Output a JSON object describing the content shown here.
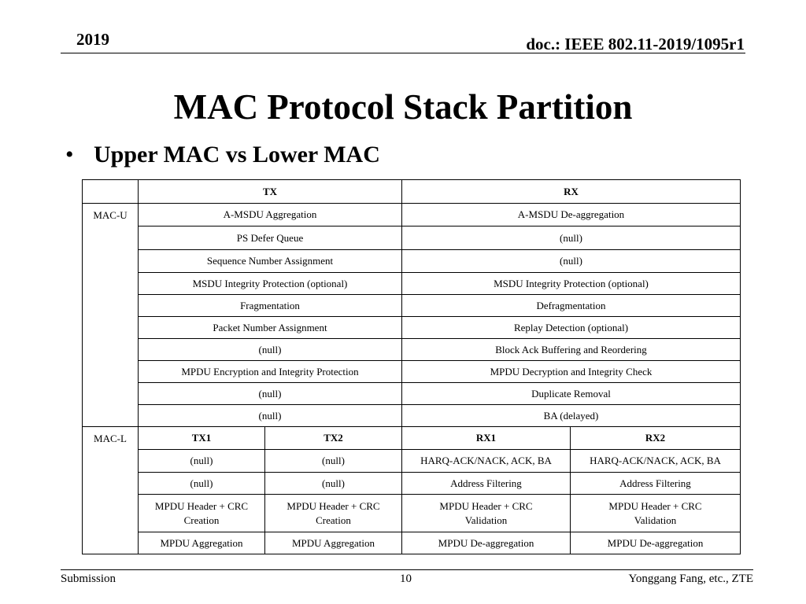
{
  "header": {
    "year": "2019",
    "doc_id": "doc.: IEEE 802.11-2019/1095r1"
  },
  "slide": {
    "title": "MAC Protocol Stack Partition",
    "bullet_symbol": "•",
    "bullet": "Upper MAC vs Lower MAC"
  },
  "table": {
    "mac_u": {
      "label": "MAC-U",
      "header": {
        "tx": "TX",
        "rx": "RX"
      },
      "rows": [
        {
          "tx": "A-MSDU Aggregation",
          "rx": "A-MSDU De-aggregation"
        },
        {
          "tx": "PS Defer Queue",
          "rx": "(null)"
        },
        {
          "tx": "Sequence Number Assignment",
          "rx": "(null)"
        },
        {
          "tx": "MSDU Integrity Protection (optional)",
          "rx": "MSDU Integrity Protection (optional)"
        },
        {
          "tx": "Fragmentation",
          "rx": "Defragmentation"
        },
        {
          "tx": "Packet Number Assignment",
          "rx": "Replay Detection (optional)"
        },
        {
          "tx": "(null)",
          "rx": "Block Ack Buffering and Reordering"
        },
        {
          "tx": "MPDU Encryption and Integrity Protection",
          "rx": "MPDU Decryption and Integrity Check"
        },
        {
          "tx": "(null)",
          "rx": "Duplicate Removal"
        },
        {
          "tx": "(null)",
          "rx": "BA (delayed)"
        }
      ]
    },
    "mac_l": {
      "label": "MAC-L",
      "header": {
        "tx1": "TX1",
        "tx2": "TX2",
        "rx1": "RX1",
        "rx2": "RX2"
      },
      "rows": [
        {
          "tx1": "(null)",
          "tx2": "(null)",
          "rx1": "HARQ-ACK/NACK, ACK, BA",
          "rx2": "HARQ-ACK/NACK, ACK, BA"
        },
        {
          "tx1": "(null)",
          "tx2": "(null)",
          "rx1": "Address Filtering",
          "rx2": "Address Filtering"
        },
        {
          "tx1": [
            "MPDU Header + CRC",
            "Creation"
          ],
          "tx2": [
            "MPDU Header + CRC",
            "Creation"
          ],
          "rx1": [
            "MPDU Header + CRC",
            "Validation"
          ],
          "rx2": [
            "MPDU Header + CRC",
            "Validation"
          ]
        },
        {
          "tx1": "MPDU Aggregation",
          "tx2": "MPDU Aggregation",
          "rx1": "MPDU De-aggregation",
          "rx2": "MPDU De-aggregation"
        }
      ]
    }
  },
  "footer": {
    "left": "Submission",
    "page_number": "10",
    "right": "Yonggang Fang, etc., ZTE"
  }
}
